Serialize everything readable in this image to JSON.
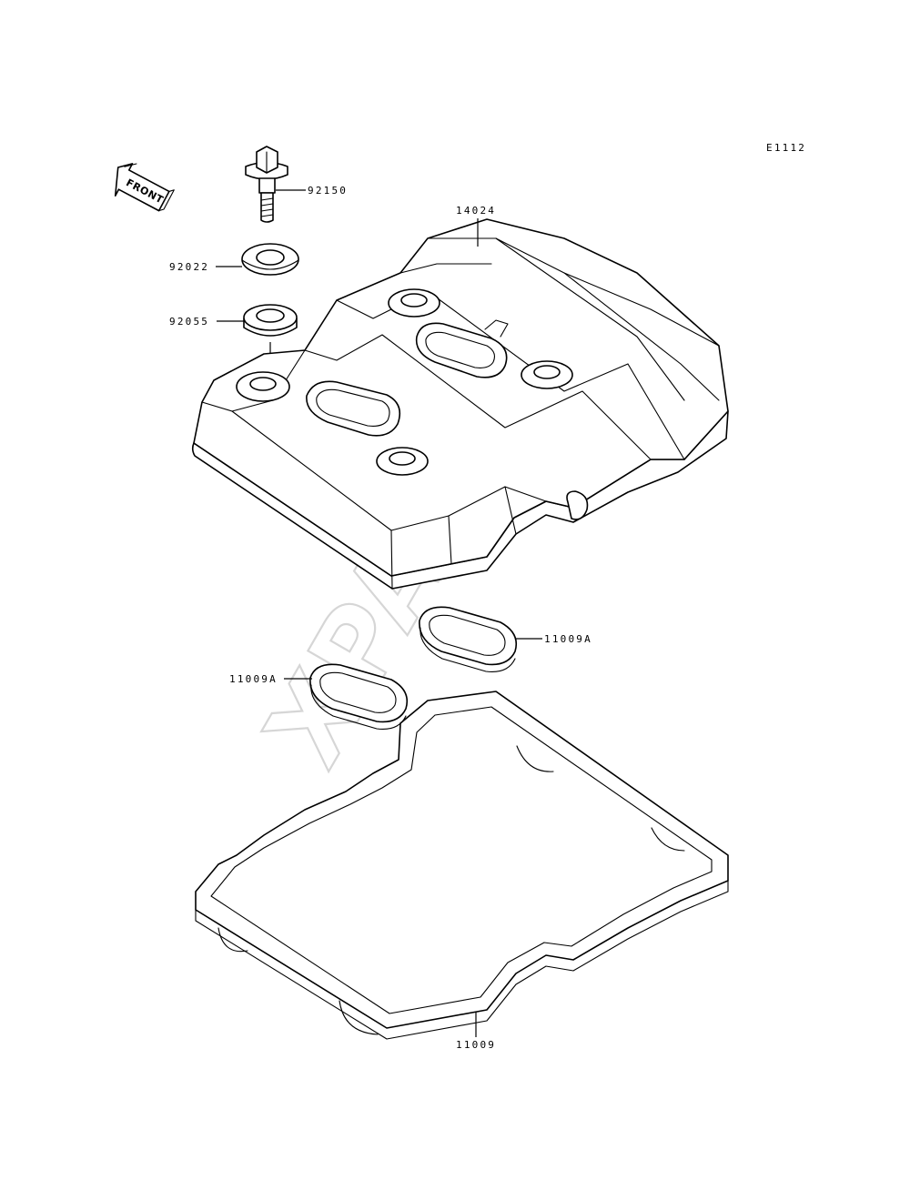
{
  "diagram": {
    "code": "E1112",
    "front_label": "FRONT",
    "watermark": "XPARTS",
    "parts": [
      {
        "id": "bolt",
        "number": "92150"
      },
      {
        "id": "washer",
        "number": "92022"
      },
      {
        "id": "grommet",
        "number": "92055"
      },
      {
        "id": "cylinder-head-cover",
        "number": "14024"
      },
      {
        "id": "plug-gasket-right",
        "number": "11009A"
      },
      {
        "id": "plug-gasket-left",
        "number": "11009A"
      },
      {
        "id": "cover-gasket",
        "number": "11009"
      }
    ]
  }
}
